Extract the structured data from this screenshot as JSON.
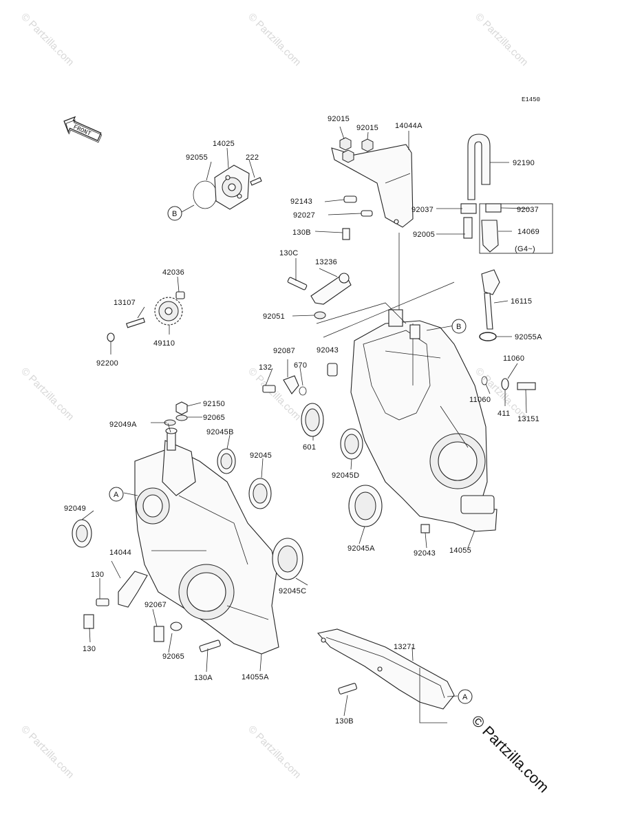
{
  "diagram_code": "E1450",
  "direction_label": "FRONT",
  "watermark": "© Partzilla.com",
  "copyright": "© Partzilla.com",
  "callouts": {
    "a": "A",
    "b": "B"
  },
  "labels": {
    "p92015a": "92015",
    "p92015b": "92015",
    "p14044a": "14044A",
    "p92190": "92190",
    "p14025": "14025",
    "p92055": "92055",
    "p222": "222",
    "p92143": "92143",
    "p92027": "92027",
    "p130b_top": "130B",
    "p92037a": "92037",
    "p92037b": "92037",
    "p92005": "92005",
    "p14069": "14069",
    "pG4": "(G4~)",
    "p42036": "42036",
    "p13107": "13107",
    "p49110": "49110",
    "p92200": "92200",
    "p130c": "130C",
    "p13236": "13236",
    "p16115": "16115",
    "p92051": "92051",
    "p92055a": "92055A",
    "p92043_top": "92043",
    "p92087": "92087",
    "p132": "132",
    "p670": "670",
    "p11060a": "11060",
    "p11060b": "11060",
    "p411": "411",
    "p13151": "13151",
    "p92150": "92150",
    "p92049a": "92049A",
    "p92065_top": "92065",
    "p92045b": "92045B",
    "p601": "601",
    "p92045": "92045",
    "p92045d": "92045D",
    "p92049": "92049",
    "p92045a": "92045A",
    "p92043_bot": "92043",
    "p14055": "14055",
    "p14044": "14044",
    "p130_mid": "130",
    "p92045c": "92045C",
    "p92067": "92067",
    "p130_bot": "130",
    "p92065_bot": "92065",
    "p13271": "13271",
    "p130a": "130A",
    "p14055a": "14055A",
    "p130b_bot": "130B"
  },
  "icons": {
    "front_arrow": "front-arrow-icon"
  }
}
